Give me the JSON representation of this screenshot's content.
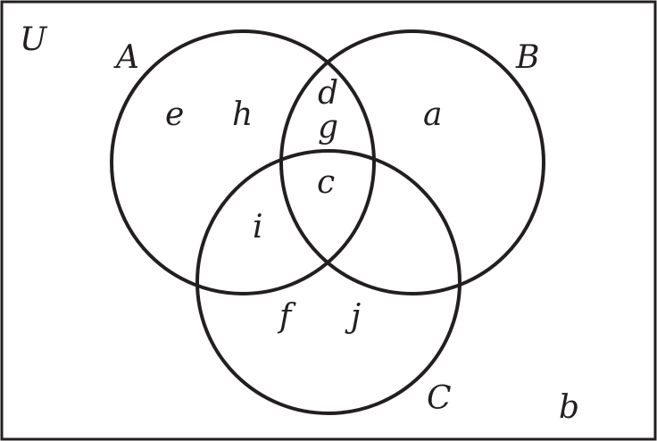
{
  "universe": {
    "label": "U"
  },
  "sets": [
    {
      "label": "A"
    },
    {
      "label": "B"
    },
    {
      "label": "C"
    }
  ],
  "regions": {
    "a_only": [
      "e",
      "h"
    ],
    "b_only": [
      "a"
    ],
    "c_only": [],
    "ab_only": [
      "d",
      "g"
    ],
    "ac_only": [
      "i"
    ],
    "bc_only": [],
    "abc": [
      "c"
    ],
    "c_below_ab": [
      "f",
      "j"
    ],
    "outside": [
      "b"
    ]
  },
  "colors": {
    "stroke": "#231f20",
    "background": "#ffffff"
  }
}
